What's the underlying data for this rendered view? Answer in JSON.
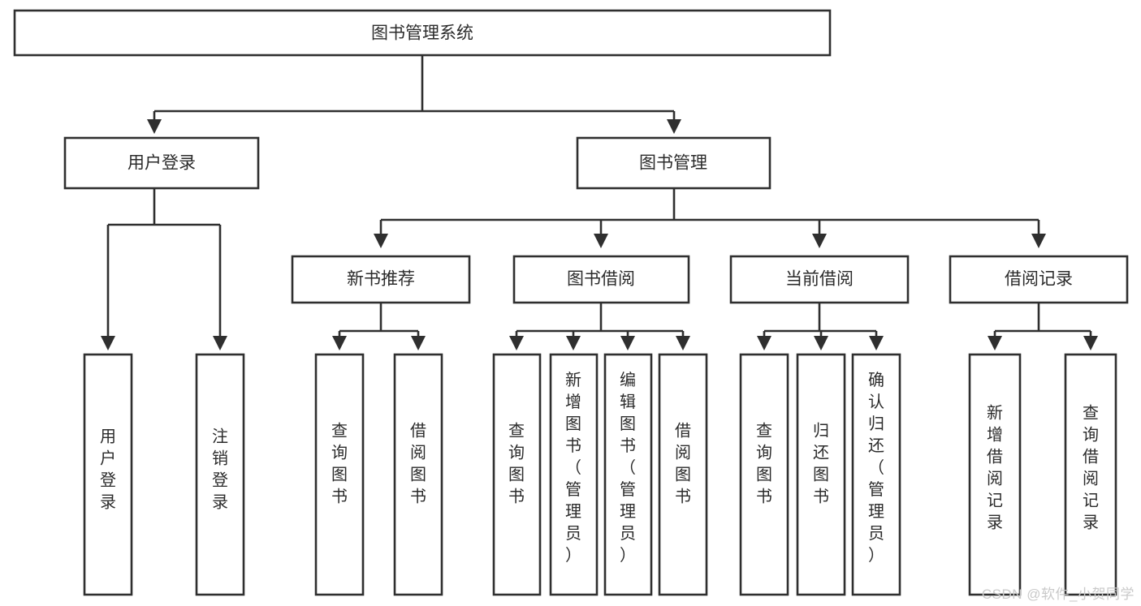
{
  "diagram": {
    "type": "tree",
    "title": "图书管理系统",
    "orientation": "top-down",
    "colors": {
      "background": "#ffffff",
      "box_fill": "#ffffff",
      "box_stroke": "#2f2f2f",
      "text": "#2b2b2b",
      "watermark": "#c9c9c9"
    },
    "root": {
      "id": "root",
      "label": "图书管理系统",
      "level": 0,
      "text_orientation": "horizontal"
    },
    "level2": [
      {
        "id": "user-login",
        "label": "用户登录",
        "level": 1,
        "text_orientation": "horizontal"
      },
      {
        "id": "book-manage",
        "label": "图书管理",
        "level": 1,
        "text_orientation": "horizontal"
      }
    ],
    "level3": [
      {
        "id": "new-book-recommend",
        "label": "新书推荐",
        "level": 2,
        "parent": "book-manage",
        "text_orientation": "horizontal"
      },
      {
        "id": "book-borrow",
        "label": "图书借阅",
        "level": 2,
        "parent": "book-manage",
        "text_orientation": "horizontal"
      },
      {
        "id": "current-borrow",
        "label": "当前借阅",
        "level": 2,
        "parent": "book-manage",
        "text_orientation": "horizontal"
      },
      {
        "id": "borrow-record",
        "label": "借阅记录",
        "level": 2,
        "parent": "book-manage",
        "text_orientation": "horizontal"
      }
    ],
    "leaves": [
      {
        "id": "leaf-user-login",
        "parent": "user-login",
        "text_orientation": "vertical",
        "lines": [
          "用",
          "户",
          "登",
          "录"
        ],
        "label": "用户登录"
      },
      {
        "id": "leaf-user-logout",
        "parent": "user-login",
        "text_orientation": "vertical",
        "lines": [
          "注",
          "销",
          "登",
          "录"
        ],
        "label": "注销登录"
      },
      {
        "id": "leaf-query-book-1",
        "parent": "new-book-recommend",
        "text_orientation": "vertical",
        "lines": [
          "查",
          "询",
          "图",
          "书"
        ],
        "label": "查询图书"
      },
      {
        "id": "leaf-borrow-book-1",
        "parent": "new-book-recommend",
        "text_orientation": "vertical",
        "lines": [
          "借",
          "阅",
          "图",
          "书"
        ],
        "label": "借阅图书"
      },
      {
        "id": "leaf-query-book-2",
        "parent": "book-borrow",
        "text_orientation": "vertical",
        "lines": [
          "查",
          "询",
          "图",
          "书"
        ],
        "label": "查询图书"
      },
      {
        "id": "leaf-add-book",
        "parent": "book-borrow",
        "text_orientation": "vertical",
        "lines": [
          "新",
          "增",
          "图",
          "书",
          "（",
          "管",
          "理",
          "员",
          "）"
        ],
        "label": "新增图书（管理员）"
      },
      {
        "id": "leaf-edit-book",
        "parent": "book-borrow",
        "text_orientation": "vertical",
        "lines": [
          "编",
          "辑",
          "图",
          "书",
          "（",
          "管",
          "理",
          "员",
          "）"
        ],
        "label": "编辑图书（管理员）"
      },
      {
        "id": "leaf-borrow-book-2",
        "parent": "book-borrow",
        "text_orientation": "vertical",
        "lines": [
          "借",
          "阅",
          "图",
          "书"
        ],
        "label": "借阅图书"
      },
      {
        "id": "leaf-query-book-3",
        "parent": "current-borrow",
        "text_orientation": "vertical",
        "lines": [
          "查",
          "询",
          "图",
          "书"
        ],
        "label": "查询图书"
      },
      {
        "id": "leaf-return-book",
        "parent": "current-borrow",
        "text_orientation": "vertical",
        "lines": [
          "归",
          "还",
          "图",
          "书"
        ],
        "label": "归还图书"
      },
      {
        "id": "leaf-confirm-return",
        "parent": "current-borrow",
        "text_orientation": "vertical",
        "lines": [
          "确",
          "认",
          "归",
          "还",
          "（",
          "管",
          "理",
          "员",
          "）"
        ],
        "label": "确认归还（管理员）"
      },
      {
        "id": "leaf-add-record",
        "parent": "borrow-record",
        "text_orientation": "vertical",
        "lines": [
          "新",
          "增",
          "借",
          "阅",
          "记",
          "录"
        ],
        "label": "新增借阅记录"
      },
      {
        "id": "leaf-query-record",
        "parent": "borrow-record",
        "text_orientation": "vertical",
        "lines": [
          "查",
          "询",
          "借",
          "阅",
          "记",
          "录"
        ],
        "label": "查询借阅记录"
      }
    ]
  },
  "watermark": {
    "text": "CSDN @软件_小贺同学"
  }
}
